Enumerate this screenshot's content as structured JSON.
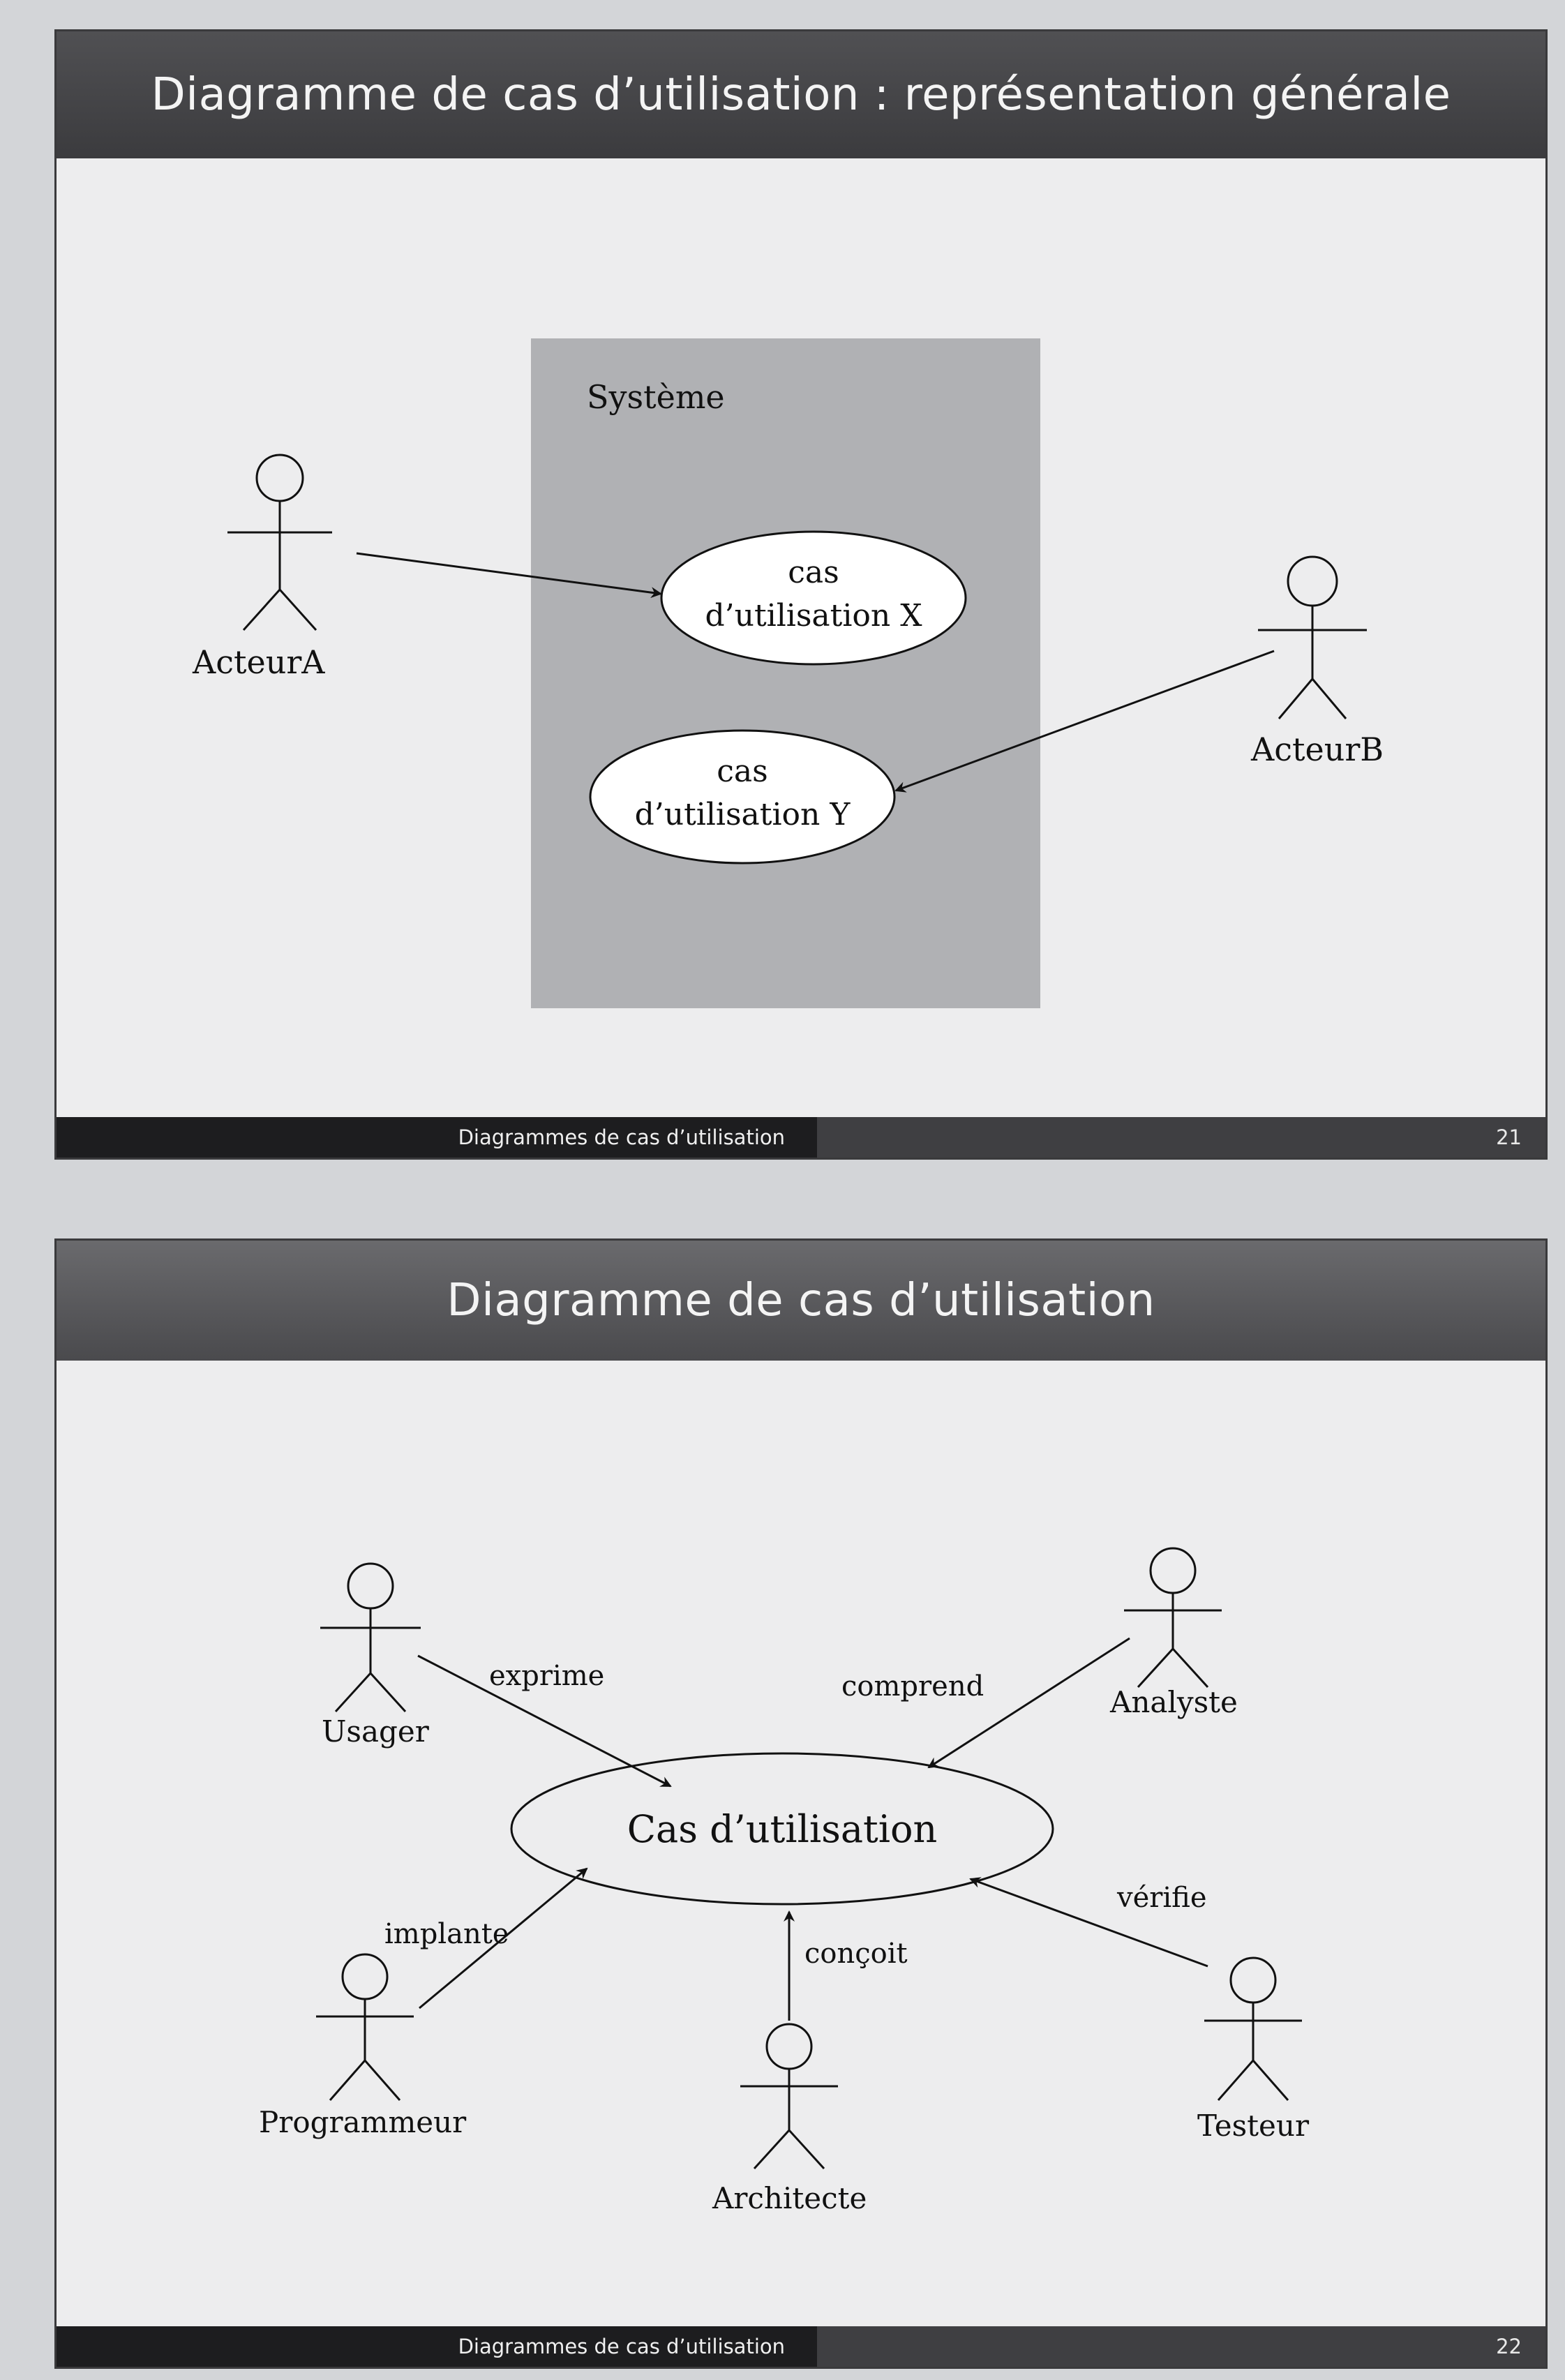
{
  "slide1": {
    "title": "Diagramme de cas d’utilisation : représentation générale",
    "footer": "Diagrammes de cas d’utilisation",
    "page_number": "21",
    "system_label": "Système",
    "actor_a": "ActeurA",
    "actor_b": "ActeurB",
    "use_case_x": [
      "cas",
      "d’utilisation X"
    ],
    "use_case_y": [
      "cas",
      "d’utilisation Y"
    ]
  },
  "slide2": {
    "title": "Diagramme de cas d’utilisation",
    "footer": "Diagrammes de cas d’utilisation",
    "page_number": "22",
    "use_case": "Cas d’utilisation",
    "actors": {
      "usager": "Usager",
      "analyste": "Analyste",
      "programmeur": "Programmeur",
      "architecte": "Architecte",
      "testeur": "Testeur"
    },
    "relations": {
      "exprime": "exprime",
      "comprend": "comprend",
      "implante": "implante",
      "concoit": "conçoit",
      "verifie": "vérifie"
    }
  }
}
